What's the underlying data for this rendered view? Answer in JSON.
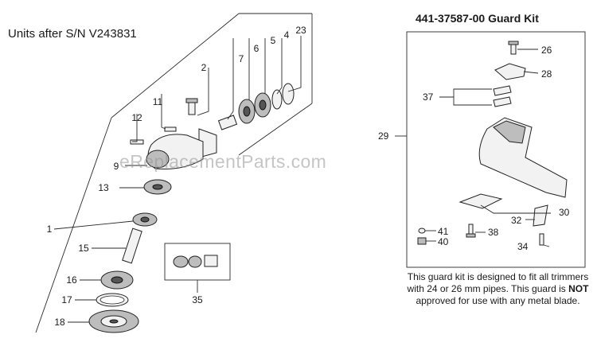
{
  "units_heading": "Units after S/N V243831",
  "kit_heading": "441-37587-00 Guard Kit",
  "watermark": "eReplacementParts.com",
  "guard_note": {
    "before_emphasis": "This guard kit is designed to fit all trimmers with 24 or 26 mm pipes. This guard is",
    "emphasis": "NOT",
    "after_emphasis": "approved for use with any metal blade."
  },
  "gearbox_callouts": [
    "1",
    "2",
    "4",
    "5",
    "6",
    "7",
    "9",
    "11",
    "12",
    "13",
    "15",
    "16",
    "17",
    "18",
    "23",
    "35"
  ],
  "guard_kit_callouts": [
    "26",
    "28",
    "29",
    "30",
    "32",
    "34",
    "37",
    "38",
    "40",
    "41"
  ],
  "colors": {
    "line": "#2a2a2a",
    "text": "#1a1a1a",
    "watermark": "#969696",
    "part_fill": "#f2f2f2",
    "part_shade": "#bdbdbd"
  }
}
